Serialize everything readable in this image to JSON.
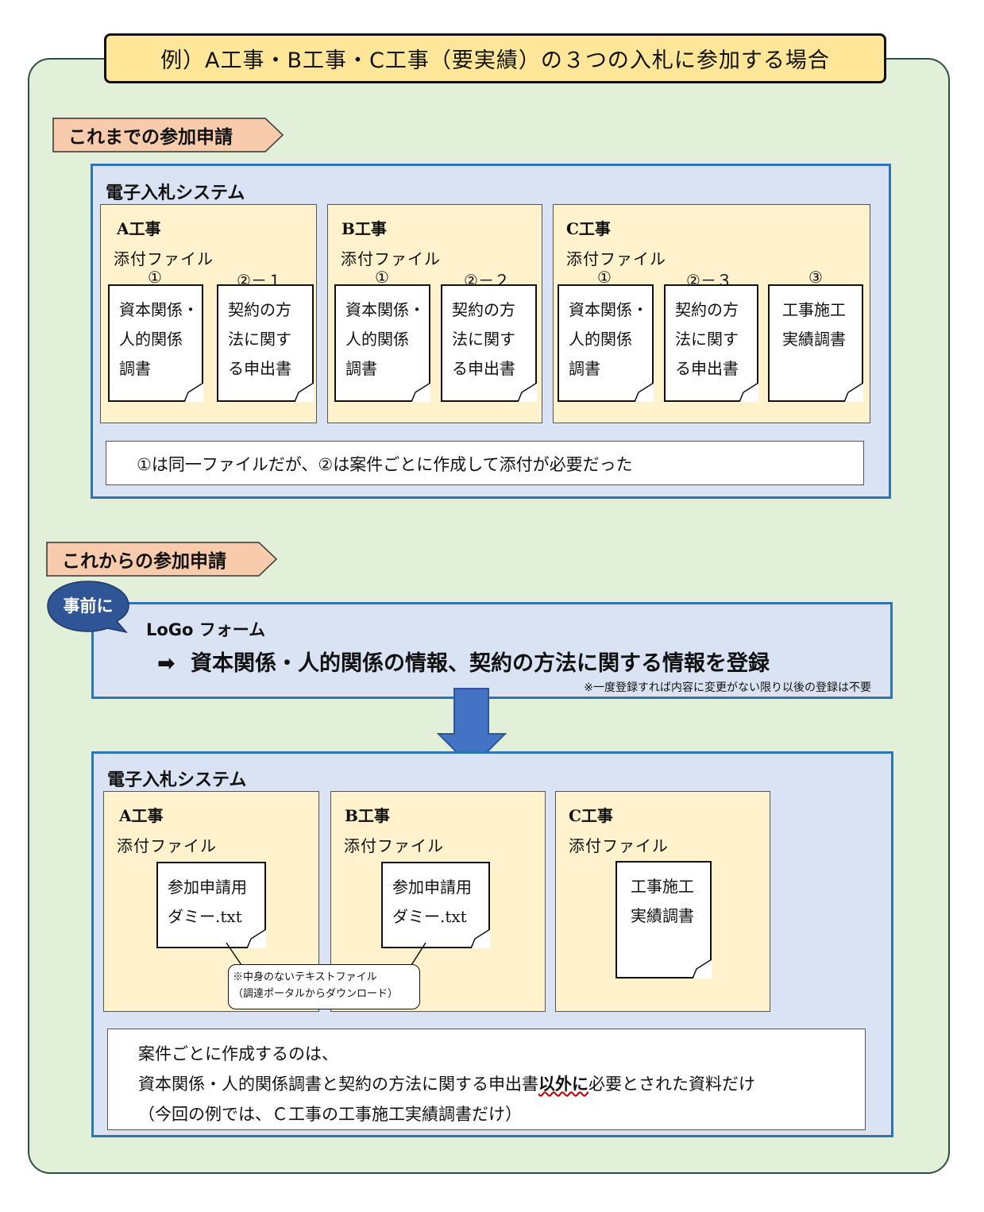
{
  "title": "例）A工事・B工事・C工事（要実績）の３つの入札に参加する場合",
  "old": {
    "label": "これまでの参加申請",
    "system_title": "電子入札システム",
    "works": [
      {
        "name": "A工事",
        "attach_label": "添付ファイル",
        "docs": [
          {
            "num": "①",
            "lines": [
              "資本関係・",
              "人的関係",
              "調書"
            ]
          },
          {
            "num": "②－１",
            "lines": [
              "契約の方",
              "法に関す",
              "る申出書"
            ]
          }
        ]
      },
      {
        "name": "B工事",
        "attach_label": "添付ファイル",
        "docs": [
          {
            "num": "①",
            "lines": [
              "資本関係・",
              "人的関係",
              "調書"
            ]
          },
          {
            "num": "②－２",
            "lines": [
              "契約の方",
              "法に関す",
              "る申出書"
            ]
          }
        ]
      },
      {
        "name": "C工事",
        "attach_label": "添付ファイル",
        "docs": [
          {
            "num": "①",
            "lines": [
              "資本関係・",
              "人的関係",
              "調書"
            ]
          },
          {
            "num": "②－３",
            "lines": [
              "契約の方",
              "法に関す",
              "る申出書"
            ]
          },
          {
            "num": "③",
            "lines": [
              "工事施工",
              "実績調書"
            ]
          }
        ]
      }
    ],
    "note": "①は同一ファイルだが、②は案件ごとに作成して添付が必要だった"
  },
  "new": {
    "label": "これからの参加申請",
    "badge": "事前に",
    "form_title": "LoGo フォーム",
    "form_arrow": "➡",
    "form_text": "資本関係・人的関係の情報、契約の方法に関する情報を登録",
    "form_note": "※一度登録すれば内容に変更がない限り以後の登録は不要",
    "system_title": "電子入札システム",
    "works": [
      {
        "name": "A工事",
        "attach_label": "添付ファイル",
        "doc_lines": [
          "参加申請用",
          "ダミー.txt"
        ]
      },
      {
        "name": "B工事",
        "attach_label": "添付ファイル",
        "doc_lines": [
          "参加申請用",
          "ダミー.txt"
        ]
      },
      {
        "name": "C工事",
        "attach_label": "添付ファイル",
        "doc_lines": [
          "工事施工",
          "実績調書"
        ]
      }
    ],
    "callout_lines": [
      "※中身のないテキストファイル",
      "（調達ポータルからダウンロード）"
    ],
    "summary": {
      "line1": "案件ごとに作成するのは、",
      "line2_pre": "資本関係・人的関係調書と契約の方法に関する申出書",
      "line2_emph": "以外に",
      "line2_post": "必要とされた資料だけ",
      "line3": "（今回の例では、Ｃ工事の工事施工実績調書だけ）"
    }
  },
  "colors": {
    "outer_bg": "#e2efd9",
    "title_bg": "#ffe699",
    "label_bg": "#f8cbad",
    "panel_bg": "#dae3f3",
    "panel_border": "#2e75b6",
    "work_bg": "#fff2cc",
    "arrow": "#4472c4",
    "badge": "#2f5597"
  }
}
